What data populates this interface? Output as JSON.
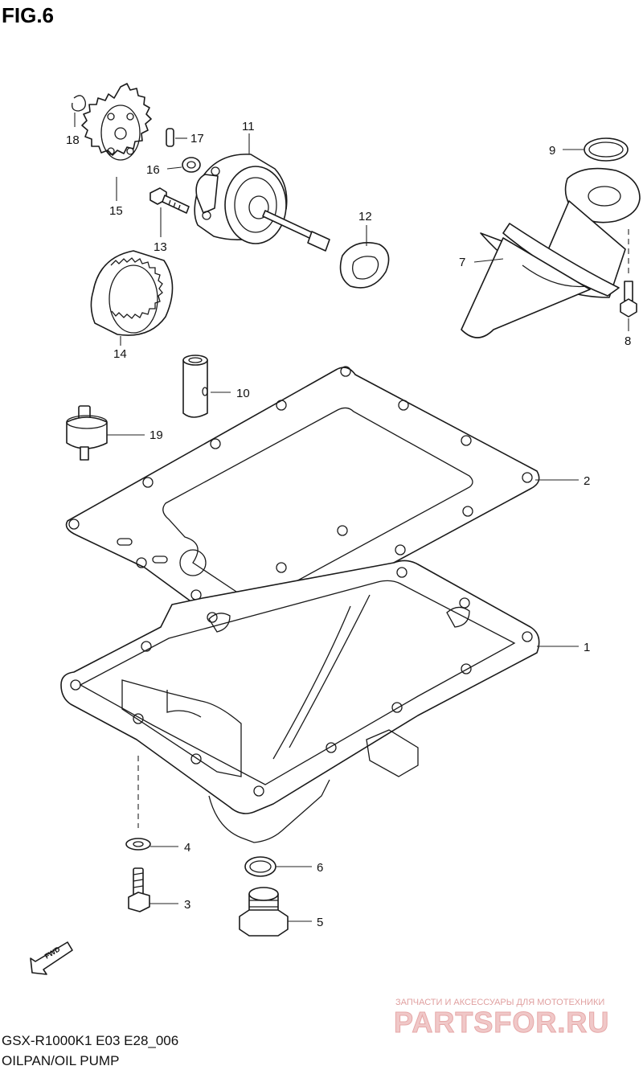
{
  "figure": {
    "title": "FIG.6",
    "model_code": "GSX-R1000K1 E03 E28_006",
    "caption": "OILPAN/OIL PUMP"
  },
  "parts": [
    {
      "ref": "1"
    },
    {
      "ref": "2"
    },
    {
      "ref": "3"
    },
    {
      "ref": "4"
    },
    {
      "ref": "5"
    },
    {
      "ref": "6"
    },
    {
      "ref": "7"
    },
    {
      "ref": "8"
    },
    {
      "ref": "9"
    },
    {
      "ref": "10"
    },
    {
      "ref": "11"
    },
    {
      "ref": "12"
    },
    {
      "ref": "13"
    },
    {
      "ref": "14"
    },
    {
      "ref": "15"
    },
    {
      "ref": "16"
    },
    {
      "ref": "17"
    },
    {
      "ref": "18"
    },
    {
      "ref": "19"
    }
  ],
  "direction_marker": {
    "label": "FWD"
  },
  "watermark": {
    "tagline": "ЗАПЧАСТИ И АКСЕССУАРЫ ДЛЯ МОТОТЕХНИКИ",
    "brand": "PARTSFOR.RU"
  }
}
